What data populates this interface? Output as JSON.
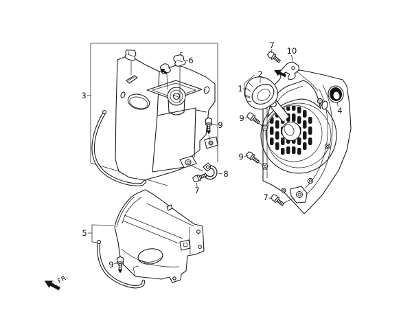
{
  "image": {
    "background": "#ffffff",
    "line_color": "#1c1c1c"
  },
  "direction_indicator": {
    "text": "FR."
  },
  "callouts": {
    "c1": {
      "text": "1"
    },
    "c2": {
      "text": "2"
    },
    "c3": {
      "text": "3"
    },
    "c4": {
      "text": "4"
    },
    "c5": {
      "text": "5"
    },
    "c6": {
      "text": "6"
    },
    "c7_top": {
      "text": "7"
    },
    "c7_mid": {
      "text": "7"
    },
    "c7_bottom": {
      "text": "7"
    },
    "c8": {
      "text": "8"
    },
    "c9_box": {
      "text": "9"
    },
    "c9_cover_upper": {
      "text": "9"
    },
    "c9_cover_lower": {
      "text": "9"
    },
    "c9_lower_shroud": {
      "text": "9"
    },
    "c10": {
      "text": "10"
    }
  }
}
